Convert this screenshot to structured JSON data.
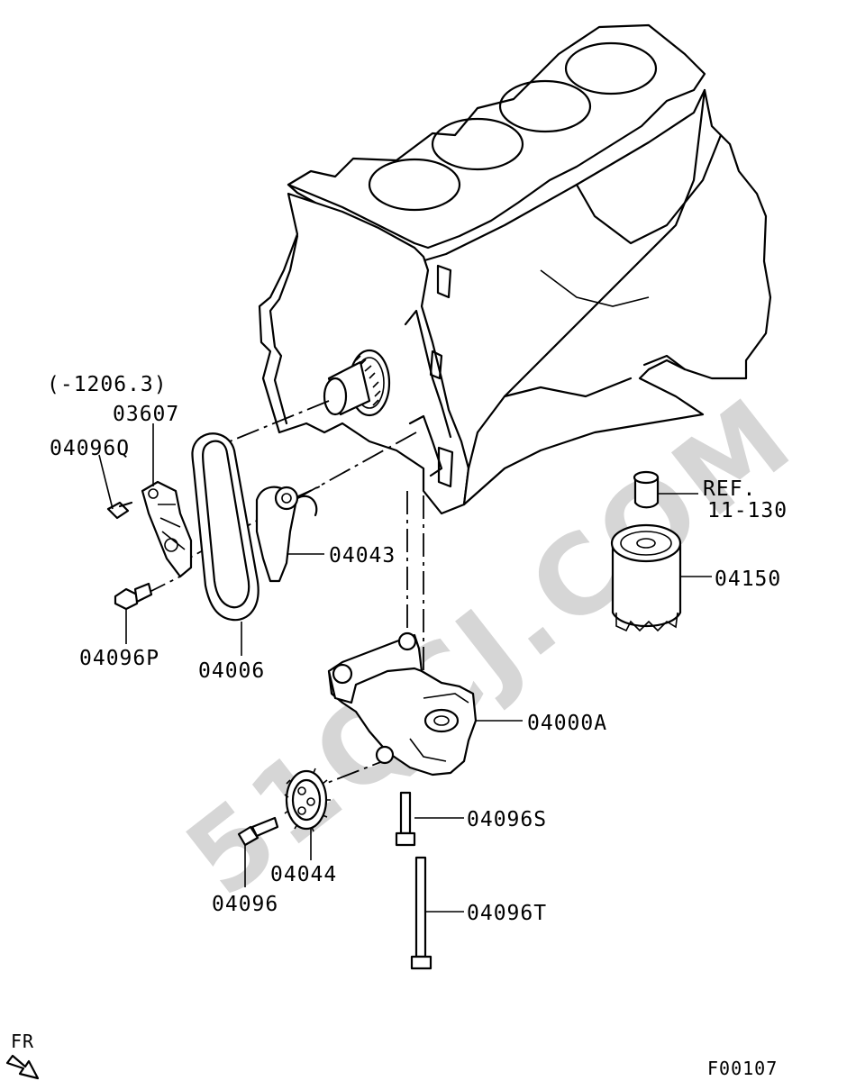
{
  "watermark": "51QCJ.COM",
  "labels": {
    "range": "(-1206.3)",
    "p03607": "03607",
    "p04096Q": "04096Q",
    "p04096P": "04096P",
    "p04006": "04006",
    "p04043": "04043",
    "ref_line1": "REF.",
    "ref_line2": "11-130",
    "p04150": "04150",
    "p04000A": "04000A",
    "p04096S": "04096S",
    "p04044": "04044",
    "p04096": "04096",
    "p04096T": "04096T",
    "fr": "FR",
    "figure_id": "F00107"
  }
}
